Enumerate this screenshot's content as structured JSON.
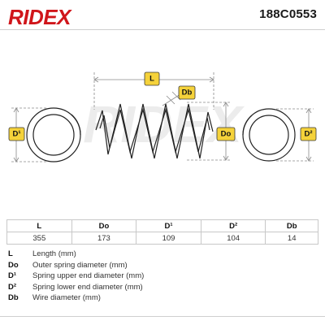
{
  "header": {
    "brand": "RIDEX",
    "part_number": "188C0553"
  },
  "colors": {
    "brand_red": "#d0161b",
    "label_yellow": "#f5d23a",
    "line_gray": "#8a8a8a",
    "watermark": "#ececec"
  },
  "diagram": {
    "labels": {
      "length": "L",
      "wire_diameter": "Db",
      "upper_diameter": "D¹",
      "outer_diameter": "Do",
      "lower_diameter": "D²"
    },
    "watermark": "RIDEX",
    "icons": [
      "spring-upper-end-icon",
      "coil-spring-icon",
      "spring-lower-end-icon"
    ]
  },
  "table": {
    "headers": [
      "L",
      "Do",
      "D¹",
      "D²",
      "Db"
    ],
    "values": [
      "355",
      "173",
      "109",
      "104",
      "14"
    ]
  },
  "legend": [
    {
      "key": "L",
      "desc": "Length (mm)"
    },
    {
      "key": "Do",
      "desc": "Outer spring diameter (mm)"
    },
    {
      "key": "D¹",
      "desc": "Spring upper end diameter (mm)"
    },
    {
      "key": "D²",
      "desc": "Spring lower end diameter (mm)"
    },
    {
      "key": "Db",
      "desc": "Wire diameter (mm)"
    }
  ]
}
